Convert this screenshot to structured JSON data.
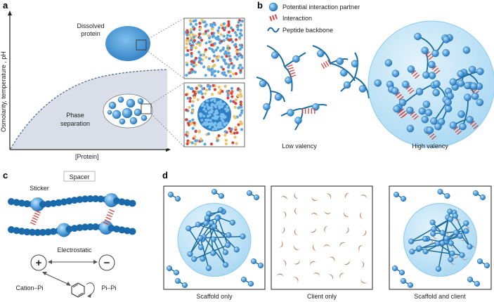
{
  "panel_a": {
    "letter": "a",
    "y_axis_label": "Osmolarity, temperature , pH",
    "x_axis_label": "[Protein]",
    "dissolved_label_line1": "Dissolved",
    "dissolved_label_line2": "protein",
    "phase_label_line1": "Phase",
    "phase_label_line2": "separation"
  },
  "panel_b": {
    "letter": "b",
    "legend": [
      {
        "icon": "blue-sphere-icon",
        "label": "Potential interaction partner"
      },
      {
        "icon": "red-ladder-icon",
        "label": "Interaction"
      },
      {
        "icon": "wavy-line-icon",
        "label": "Peptide backbone"
      }
    ],
    "low_label": "Low valency",
    "high_label": "High valency"
  },
  "panel_c": {
    "letter": "c",
    "sticker_label": "Sticker",
    "spacer_label": "Spacer",
    "electrostatic_label": "Electrostatic",
    "plus_symbol": "+",
    "minus_symbol": "−",
    "cation_pi_label": "Cation–Pi",
    "pi_pi_label": "Pi–Pi"
  },
  "panel_d": {
    "letter": "d",
    "boxes": [
      "Scaffold only",
      "Client only",
      "Scaffold and client"
    ]
  },
  "colors": {
    "sphere": "#5ba5de",
    "sphere_dark": "#1a6aab",
    "backbone": "#1b6c9f",
    "interaction": "#d6423c",
    "droplet": "#cbe8f7",
    "client": "#b98a70",
    "phase_region": "#d9dee8"
  }
}
